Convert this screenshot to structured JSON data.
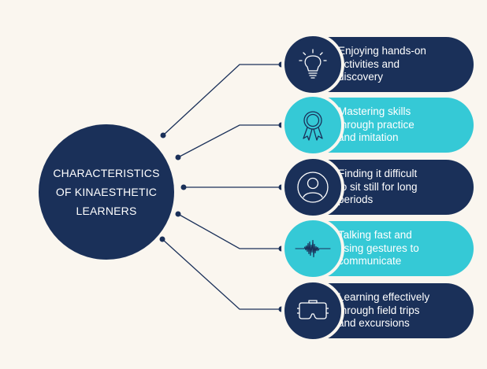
{
  "hub": {
    "label": "CHARACTERISTICS\nOF KINAESTHETIC\nLEARNERS"
  },
  "items": [
    {
      "text": "Enjoying hands-on\nactivities and\ndiscovery",
      "icon": "lightbulb-icon",
      "theme": "dark"
    },
    {
      "text": "Mastering skills\nthrough practice\nand imitation",
      "icon": "award-ribbon-icon",
      "theme": "light"
    },
    {
      "text": "Finding it difficult\nto sit still for long\nperiods",
      "icon": "person-icon",
      "theme": "dark"
    },
    {
      "text": "Talking fast and\nusing gestures to\ncommunicate",
      "icon": "sound-wave-icon",
      "theme": "light"
    },
    {
      "text": "Learning effectively\nthrough field trips\nand excursions",
      "icon": "vr-headset-icon",
      "theme": "dark"
    }
  ],
  "colors": {
    "background": "#faf6ef",
    "navy": "#1a3059",
    "cyan": "#35c9d6",
    "line": "#1a3059"
  }
}
